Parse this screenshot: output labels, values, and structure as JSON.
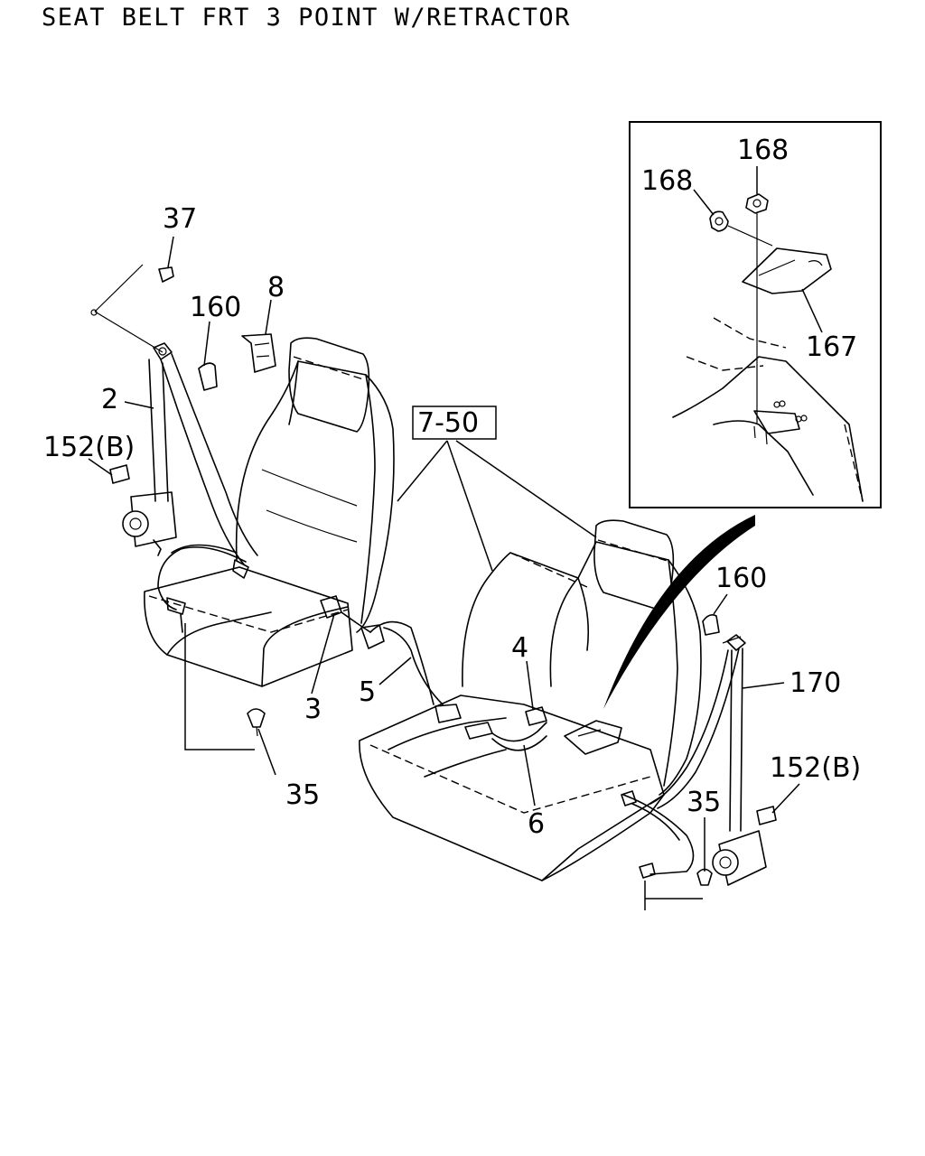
{
  "title": "SEAT BELT FRT 3 POINT W/RETRACTOR",
  "callouts": {
    "c37": "37",
    "c160_left": "160",
    "c8": "8",
    "c2": "2",
    "c152b_left": "152(B)",
    "c7_50": "7-50",
    "c3": "3",
    "c5": "5",
    "c35_left": "35",
    "c4": "4",
    "c6": "6",
    "c160_right": "160",
    "c170": "170",
    "c152b_right": "152(B)",
    "c35_right": "35",
    "c168_top": "168",
    "c168_left": "168",
    "c167": "167"
  }
}
